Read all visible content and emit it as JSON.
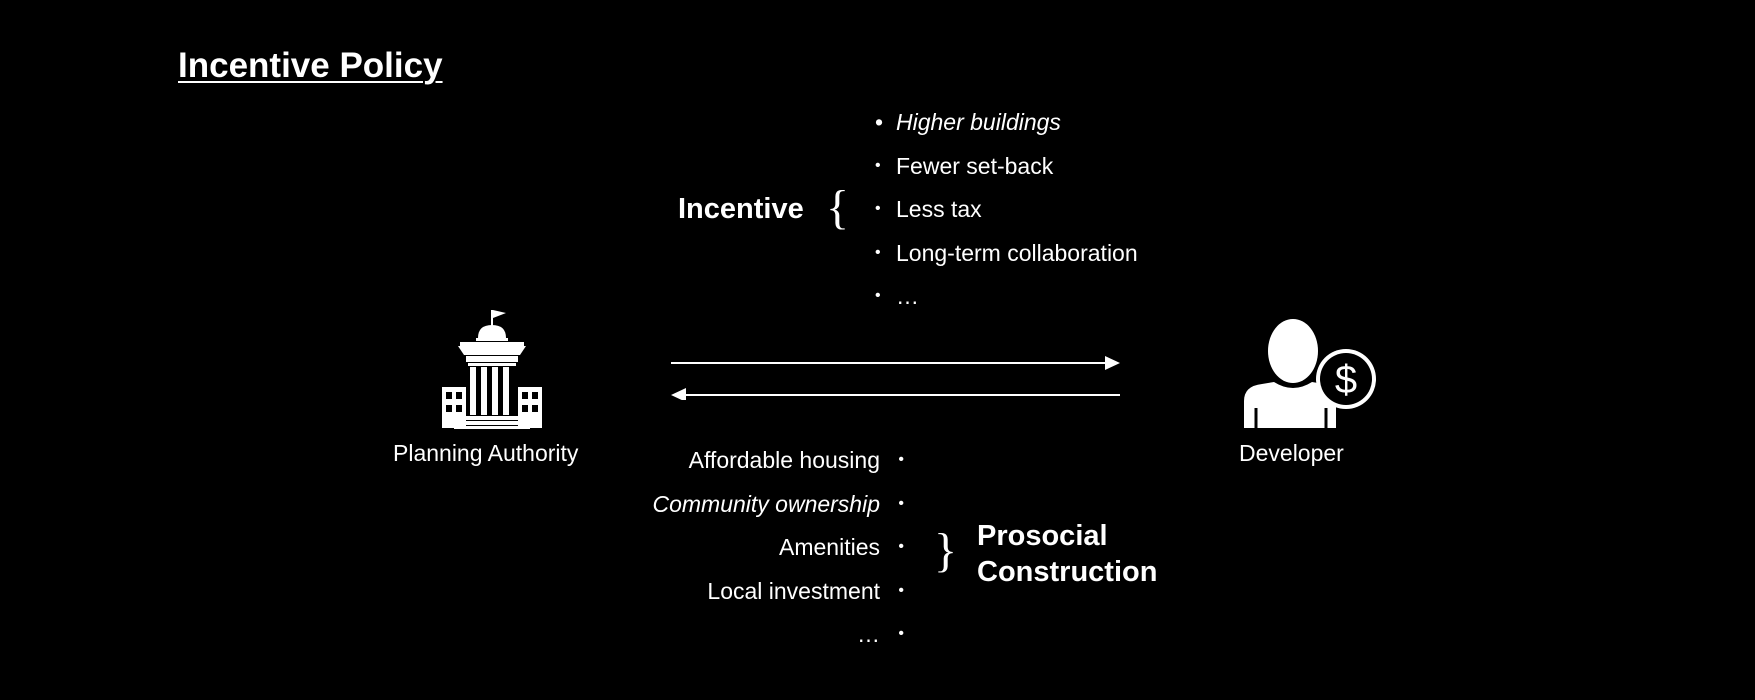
{
  "title": "Incentive Policy",
  "incentive": {
    "label": "Incentive",
    "items": [
      "Higher buildings",
      "Fewer set-back",
      "Less tax",
      "Long-term collaboration",
      "…"
    ]
  },
  "prosocial": {
    "label_line1": "Prosocial",
    "label_line2": "Construction",
    "items": [
      "Affordable housing",
      "Community ownership",
      "Amenities",
      "Local investment",
      "…"
    ]
  },
  "nodes": {
    "planning_authority": {
      "label": "Planning Authority",
      "icon": "government-building-icon"
    },
    "developer": {
      "label": "Developer",
      "icon": "person-dollar-icon"
    }
  },
  "colors": {
    "background": "#000000",
    "foreground": "#ffffff"
  }
}
